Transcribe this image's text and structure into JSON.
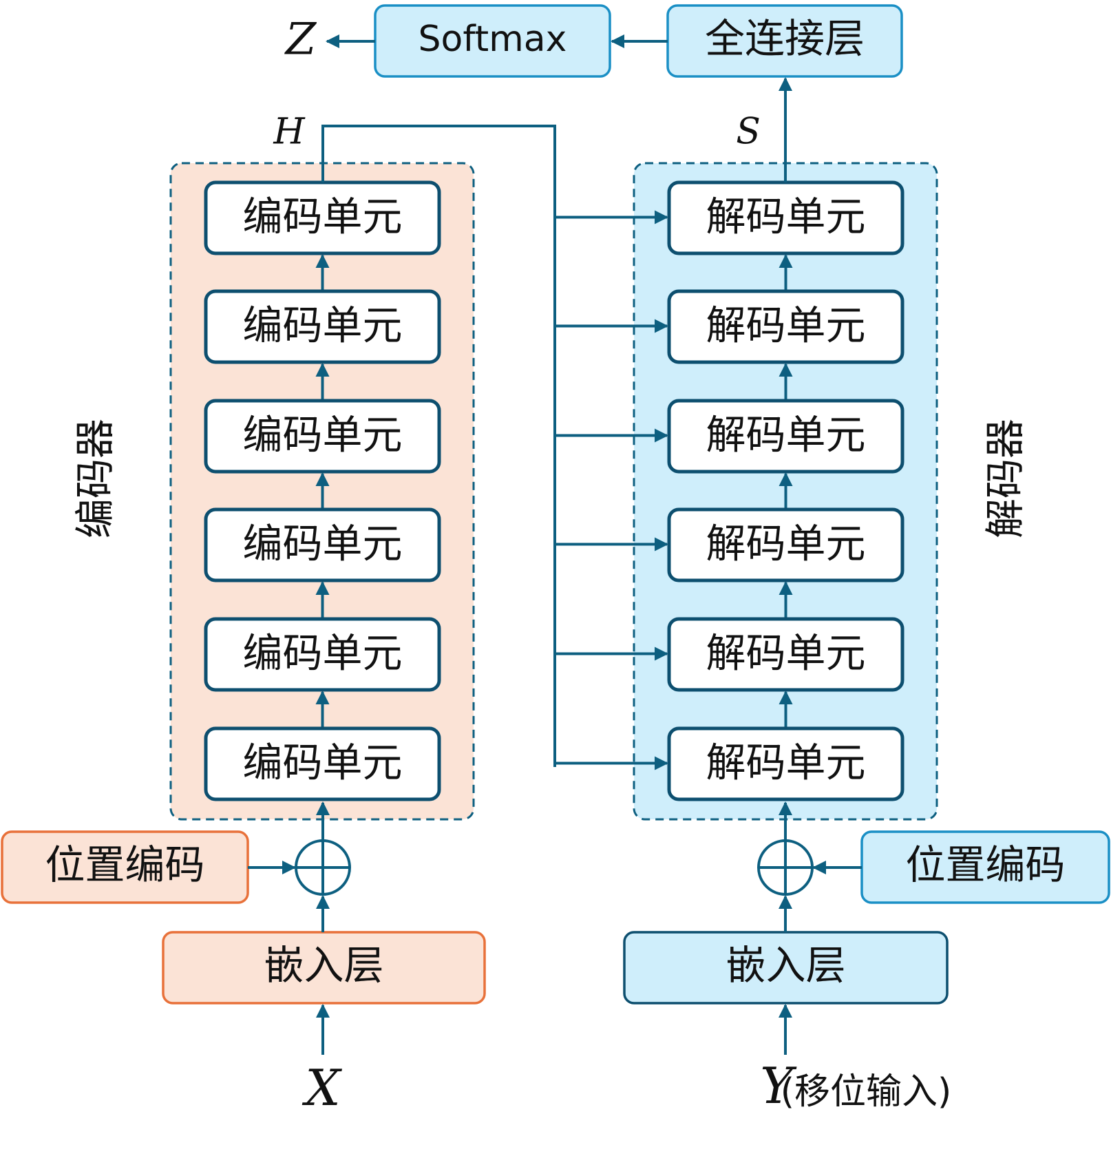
{
  "colors": {
    "line": "#0d5f80",
    "encoder_fill": "#fbe3d6",
    "decoder_fill": "#cfeefb",
    "orange_border": "#e8713a",
    "blue_border": "#1a8fc5",
    "dark_border": "#0d4f6f"
  },
  "top": {
    "output_label": "Z",
    "softmax_label": "Softmax",
    "fc_label": "全连接层"
  },
  "encoder": {
    "side_label": "编码器",
    "hidden_label": "H",
    "units": [
      "编码单元",
      "编码单元",
      "编码单元",
      "编码单元",
      "编码单元",
      "编码单元"
    ],
    "positional_label": "位置编码",
    "embedding_label": "嵌入层",
    "input_label": "X"
  },
  "decoder": {
    "side_label": "解码器",
    "state_label": "S",
    "units": [
      "解码单元",
      "解码单元",
      "解码单元",
      "解码单元",
      "解码单元",
      "解码单元"
    ],
    "positional_label": "位置编码",
    "embedding_label": "嵌入层",
    "input_label": "Y",
    "input_note": "(移位输入)"
  }
}
